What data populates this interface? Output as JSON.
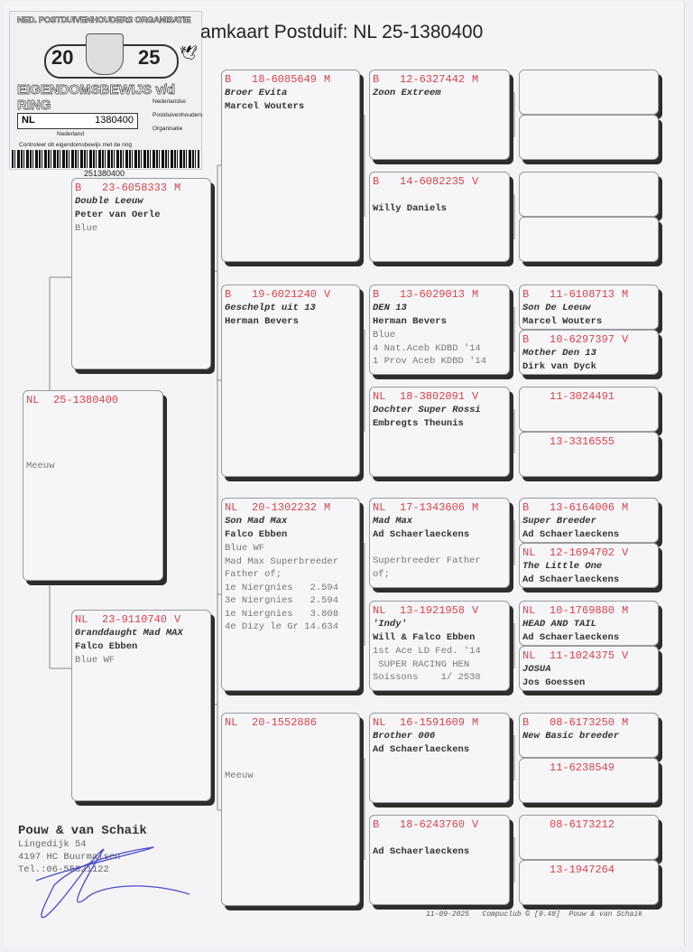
{
  "title": "amkaart Postduif: NL  25-1380400",
  "sticker": {
    "org": "NED. POSTDUIVENHOUDERS ORGANISATIE",
    "year_left": "20",
    "year_right": "25",
    "heading": "EIGENDOMSBEWIJS v/d RING",
    "country": "NL",
    "ring": "1380400",
    "nederland": "Nederland",
    "npo_lines": [
      "Nederlandse",
      "Postduivenhouders",
      "Organisatie"
    ],
    "check_text": "Controleer dit eigendomsbewijs met de ring",
    "barcode_number": "251380400"
  },
  "colors": {
    "ring": "#d9434a",
    "shadow": "#2e2c2c"
  },
  "subject": {
    "country": "NL",
    "ring": "25-1380400",
    "sex": "",
    "name": "",
    "owner": "",
    "notes": [
      "",
      "",
      "Meeuw"
    ]
  },
  "parents": [
    {
      "country": "B",
      "ring": "23-6058333",
      "sex": "M",
      "name": "Double Leeuw",
      "owner": "Peter van Oerle",
      "notes": [
        "Blue"
      ]
    },
    {
      "country": "NL",
      "ring": "23-9110740",
      "sex": "V",
      "name": "Granddaught Mad MAX",
      "owner": "Falco Ebben",
      "notes": [
        "Blue WF"
      ]
    }
  ],
  "grandparents": [
    {
      "country": "B",
      "ring": "18-6085649",
      "sex": "M",
      "name": "Broer Evita",
      "owner": "Marcel Wouters",
      "notes": []
    },
    {
      "country": "B",
      "ring": "19-6021240",
      "sex": "V",
      "name": "Geschelpt uit 13",
      "owner": "Herman Bevers",
      "notes": []
    },
    {
      "country": "NL",
      "ring": "20-1302232",
      "sex": "M",
      "name": "Son Mad Max",
      "owner": "Falco Ebben",
      "notes": [
        "Blue WF",
        "Mad Max Superbreeder",
        "Father of;",
        "1e Niergnies   2.594",
        "3e Niergnies   2.594",
        "1e Niergnies   3.808",
        "4e Dizy le Gr 14.634"
      ]
    },
    {
      "country": "NL",
      "ring": "20-1552886",
      "sex": "",
      "name": "",
      "owner": "",
      "notes": [
        "",
        "Meeuw"
      ]
    }
  ],
  "great_grandparents": [
    {
      "country": "B",
      "ring": "12-6327442",
      "sex": "M",
      "name": "Zoon Extreem",
      "owner": "",
      "notes": []
    },
    {
      "country": "B",
      "ring": "14-6082235",
      "sex": "V",
      "name": "",
      "owner": "Willy Daniels",
      "notes": []
    },
    {
      "country": "B",
      "ring": "13-6029013",
      "sex": "M",
      "name": "DEN 13",
      "owner": "Herman Bevers",
      "notes": [
        "Blue",
        "4 Nat.Aceb KDBD '14",
        "1 Prov Aceb KDBD '14"
      ]
    },
    {
      "country": "NL",
      "ring": "18-3802091",
      "sex": "V",
      "name": "Dochter Super Rossi",
      "owner": "Embregts Theunis",
      "notes": []
    },
    {
      "country": "NL",
      "ring": "17-1343606",
      "sex": "M",
      "name": "Mad Max",
      "owner": "Ad Schaerlaeckens",
      "notes": [
        "",
        "Superbreeder Father",
        "of;"
      ]
    },
    {
      "country": "NL",
      "ring": "13-1921958",
      "sex": "V",
      "name": "'Indy'",
      "owner": "Will & Falco Ebben",
      "notes": [
        "1st Ace LD Fed. '14",
        " SUPER RACING HEN",
        "Soissons    1/ 2538"
      ]
    },
    {
      "country": "NL",
      "ring": "16-1591609",
      "sex": "M",
      "name": "Brother 006",
      "owner": "Ad Schaerlaeckens",
      "notes": []
    },
    {
      "country": "B",
      "ring": "18-6243760",
      "sex": "V",
      "name": "",
      "owner": "Ad Schaerlaeckens",
      "notes": []
    }
  ],
  "great_great_grandparents": [
    {},
    {},
    {},
    {},
    {
      "country": "B",
      "ring": "11-6108713",
      "sex": "M",
      "name": "Son De Leeuw",
      "owner": "Marcel Wouters"
    },
    {
      "country": "B",
      "ring": "10-6297397",
      "sex": "V",
      "name": "Mother Den 13",
      "owner": "Dirk van Dyck"
    },
    {
      "country": "",
      "ring": "11-3024491",
      "sex": ""
    },
    {
      "country": "",
      "ring": "13-3316555",
      "sex": ""
    },
    {
      "country": "B",
      "ring": "13-6164006",
      "sex": "M",
      "name": "Super Breeder",
      "owner": "Ad Schaerlaeckens"
    },
    {
      "country": "NL",
      "ring": "12-1694702",
      "sex": "V",
      "name": "The Little One",
      "owner": "Ad Schaerlaeckens"
    },
    {
      "country": "NL",
      "ring": "10-1769880",
      "sex": "M",
      "name": "HEAD AND TAIL",
      "owner": "Ad Schaerlaeckens"
    },
    {
      "country": "NL",
      "ring": "11-1024375",
      "sex": "V",
      "name": "JOSUA",
      "owner": "Jos Goessen"
    },
    {
      "country": "B",
      "ring": "08-6173250",
      "sex": "M",
      "name": "New Basic breeder"
    },
    {
      "country": "",
      "ring": "11-6238549",
      "sex": ""
    },
    {
      "country": "",
      "ring": "08-6173212",
      "sex": ""
    },
    {
      "country": "",
      "ring": "13-1947264",
      "sex": ""
    }
  ],
  "owner": {
    "name": "Pouw & van Schaik",
    "lines": [
      "Lingedijk 54",
      "4197 HC  Buurmalsen",
      "Tel.:06-55321122"
    ]
  },
  "footer": "11-09-2025   Compuclub © [9.48]  Pouw & van Schaik"
}
